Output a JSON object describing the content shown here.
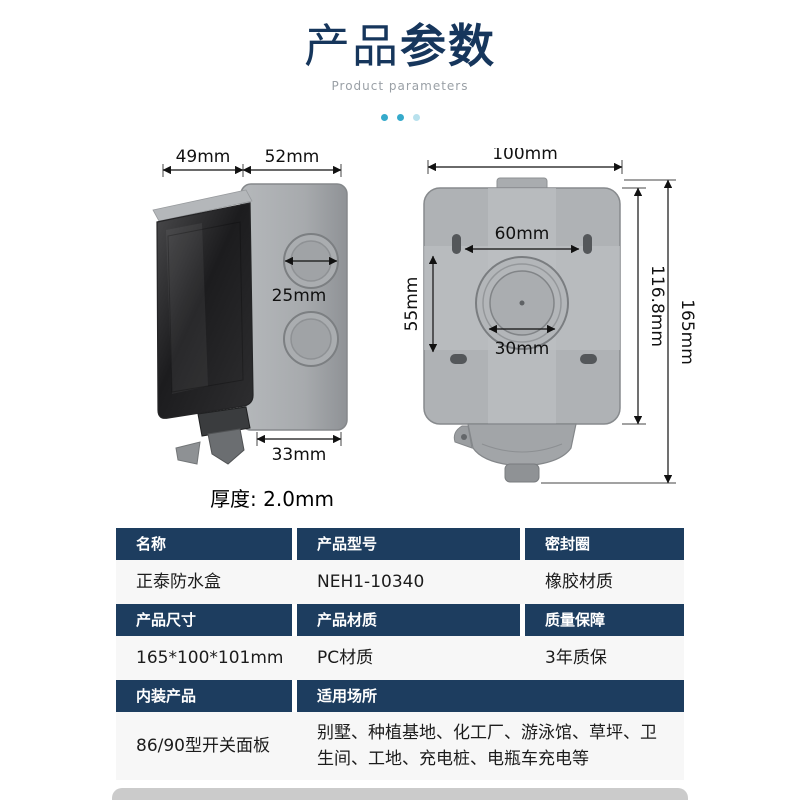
{
  "colors": {
    "title_navy": "#16365c",
    "table_header_navy": "#1d3d5f",
    "accent_teal": "#35aacb",
    "value_row_gray": "#f7f7f7"
  },
  "header": {
    "title_regular": "产品",
    "title_bold": "参数",
    "subtitle": "Product parameters"
  },
  "figure": {
    "side_view": {
      "dim_top_left": "49mm",
      "dim_top_right": "52mm",
      "dim_knockout": "25mm",
      "dim_bottom": "33mm",
      "thickness": "厚度: 2.0mm"
    },
    "front_view": {
      "dim_width": "100mm",
      "dim_slot_span": "60mm",
      "dim_slot_height": "55mm",
      "dim_center_hole": "30mm",
      "dim_body_height": "116.8mm",
      "dim_total_height": "165mm"
    }
  },
  "spec_table": {
    "rows": [
      {
        "headers": [
          "名称",
          "产品型号",
          "密封圈"
        ],
        "values": [
          "正泰防水盒",
          "NEH1-10340",
          "橡胶材质"
        ]
      },
      {
        "headers": [
          "产品尺寸",
          "产品材质",
          "质量保障"
        ],
        "values": [
          "165*100*101mm",
          "PC材质",
          "3年质保"
        ]
      },
      {
        "headers": [
          "内装产品",
          "适用场所"
        ],
        "values": [
          "86/90型开关面板",
          "别墅、种植基地、化工厂、游泳馆、草坪、卫生间、工地、充电桩、电瓶车充电等"
        ]
      }
    ]
  }
}
